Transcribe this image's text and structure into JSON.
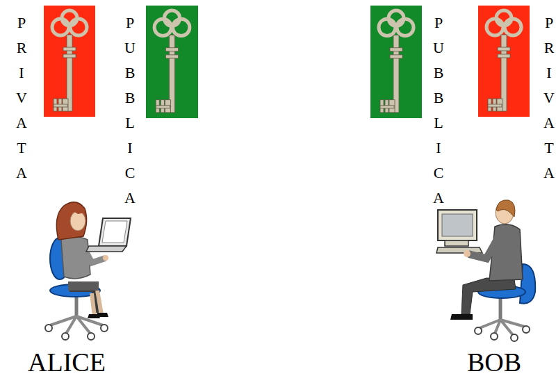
{
  "diagram": {
    "nodes": [
      {
        "text": [
          "PRIVATA"
        ]
      },
      {
        "text": [
          "PUBBLICA"
        ]
      },
      {
        "text": [
          "PUBBLICA"
        ]
      },
      {
        "text": [
          "PRIVATA"
        ]
      }
    ],
    "labels": [
      "ALICE",
      "BOB"
    ]
  }
}
